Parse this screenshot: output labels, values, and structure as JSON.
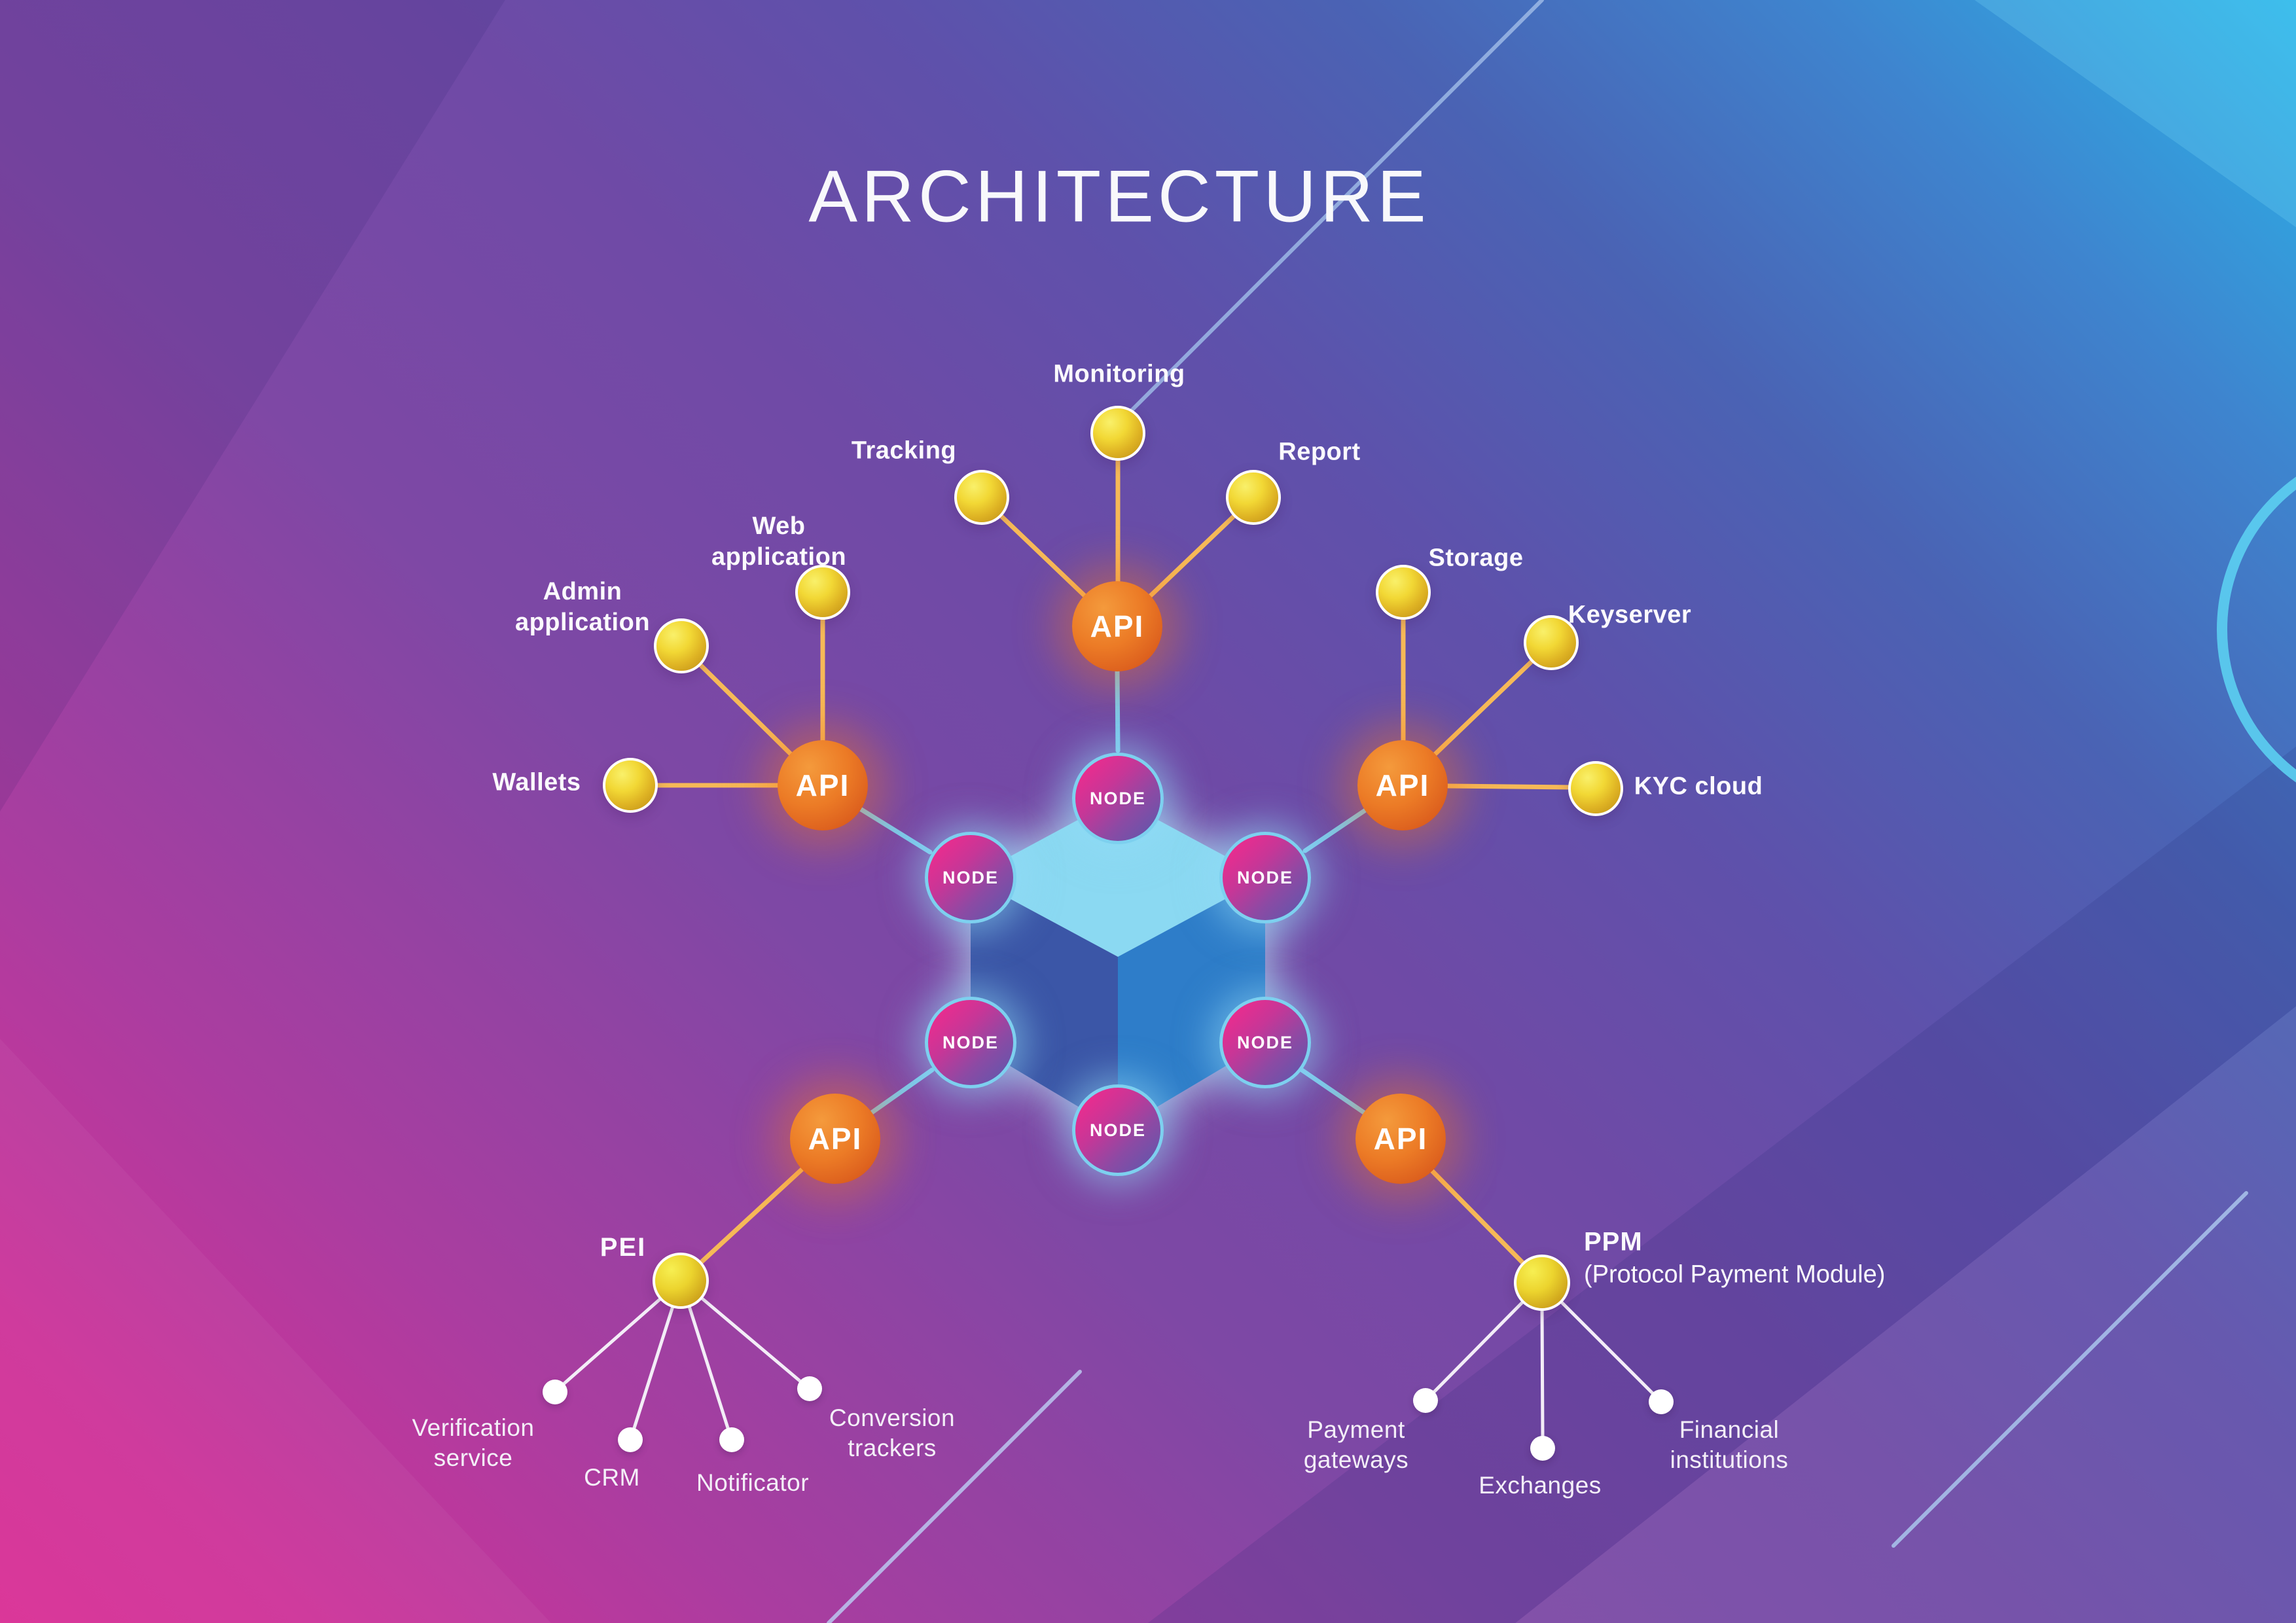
{
  "title": "ARCHITECTURE",
  "core": {
    "node_label": "NODE",
    "api_label": "API"
  },
  "clusters": {
    "operations": {
      "services": [
        "Monitoring",
        "Tracking",
        "Report"
      ]
    },
    "applications": {
      "services": [
        "Web application",
        "Admin application",
        "Wallets"
      ]
    },
    "security": {
      "services": [
        "Storage",
        "Keyserver",
        "KYC cloud"
      ]
    },
    "pei": {
      "name": "PEI",
      "services": [
        "Verification service",
        "CRM",
        "Notificator",
        "Conversion trackers"
      ]
    },
    "ppm": {
      "name": "PPM",
      "subtitle": "(Protocol Payment Module)",
      "services": [
        "Payment gateways",
        "Exchanges",
        "Financial institutions"
      ]
    }
  },
  "colors": {
    "bg_cyan": "#2ab4e8",
    "bg_blue": "#4a63b4",
    "bg_purple": "#6f4aa6",
    "bg_magenta": "#da2f95",
    "api_orange": "#ec7b26",
    "service_gold": "#f2d835",
    "node_pink": "#f02b8d",
    "node_purple": "#5f57ac",
    "node_ring_blue": "#7dd0ef",
    "cube_top": "#8bd9f2",
    "cube_left": "#3b56a7",
    "cube_right": "#2e7dc9",
    "connector_orange": "#f6b957",
    "connector_blue": "#7cc8ea",
    "connector_white": "#f3edf7"
  }
}
